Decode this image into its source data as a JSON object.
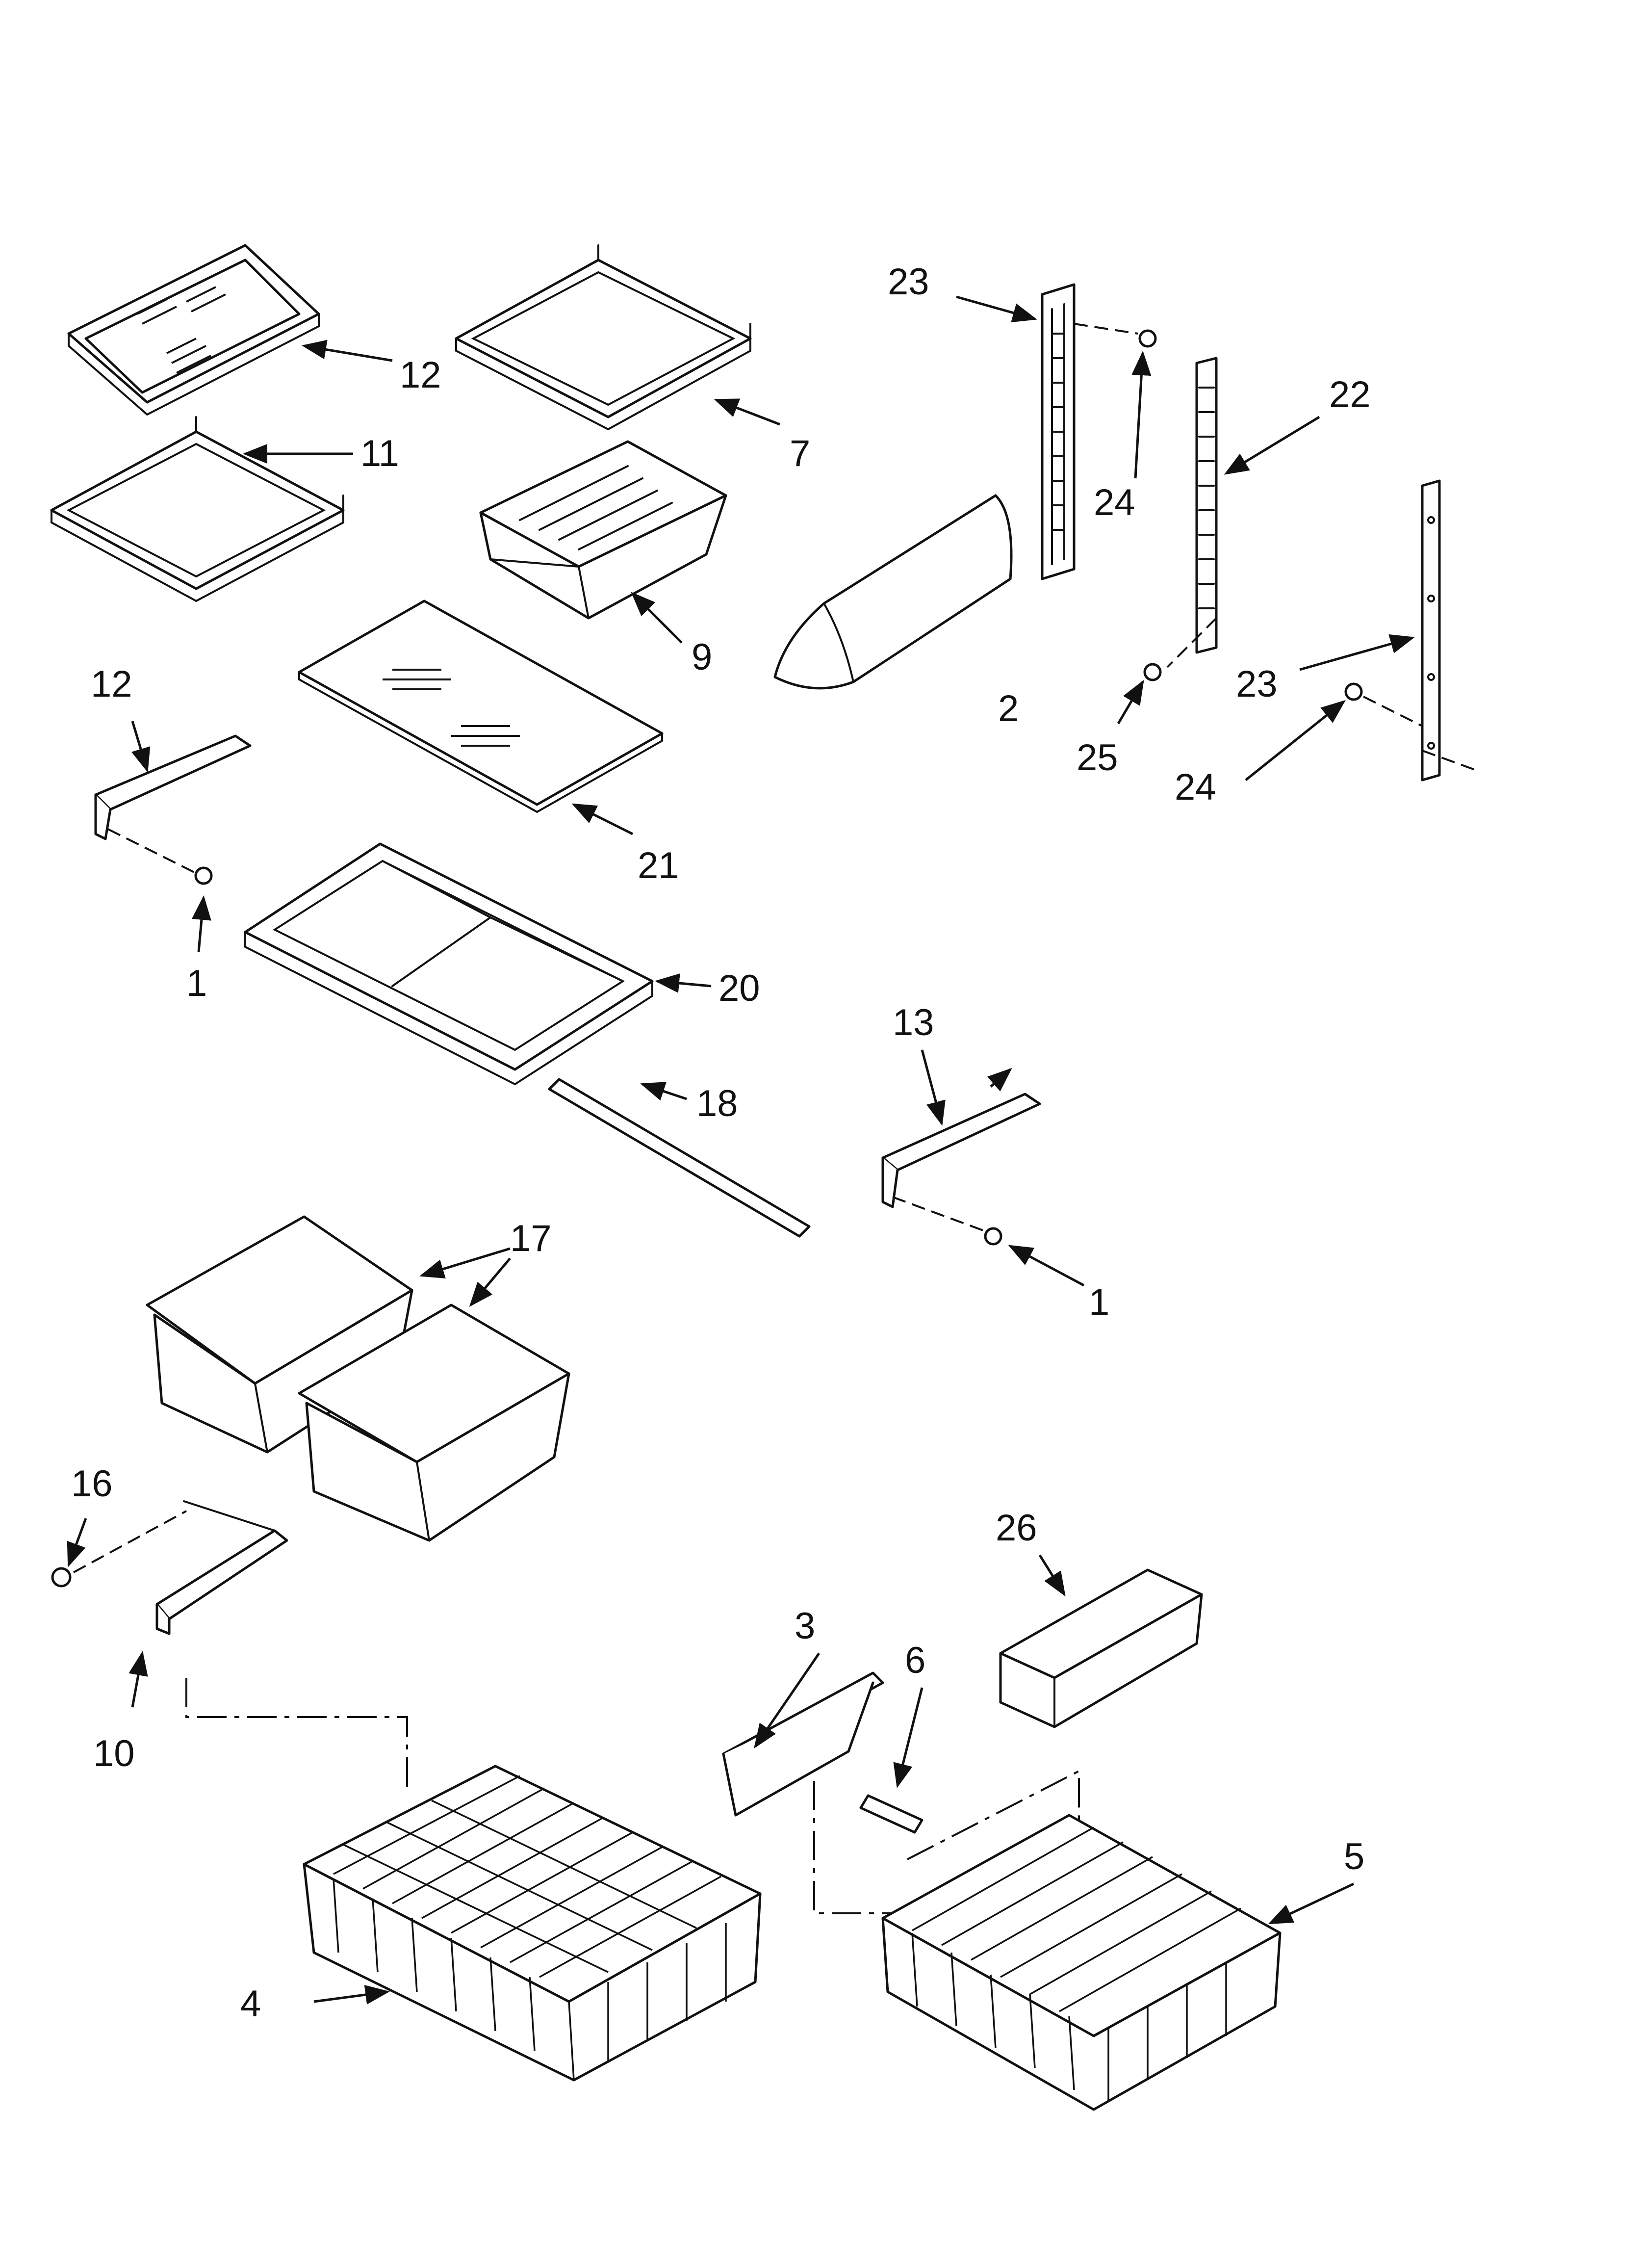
{
  "diagram": {
    "callouts": [
      "1",
      "2",
      "3",
      "4",
      "5",
      "6",
      "7",
      "9",
      "10",
      "11",
      "12",
      "13",
      "16",
      "17",
      "18",
      "20",
      "21",
      "22",
      "23",
      "24",
      "25",
      "26"
    ]
  }
}
